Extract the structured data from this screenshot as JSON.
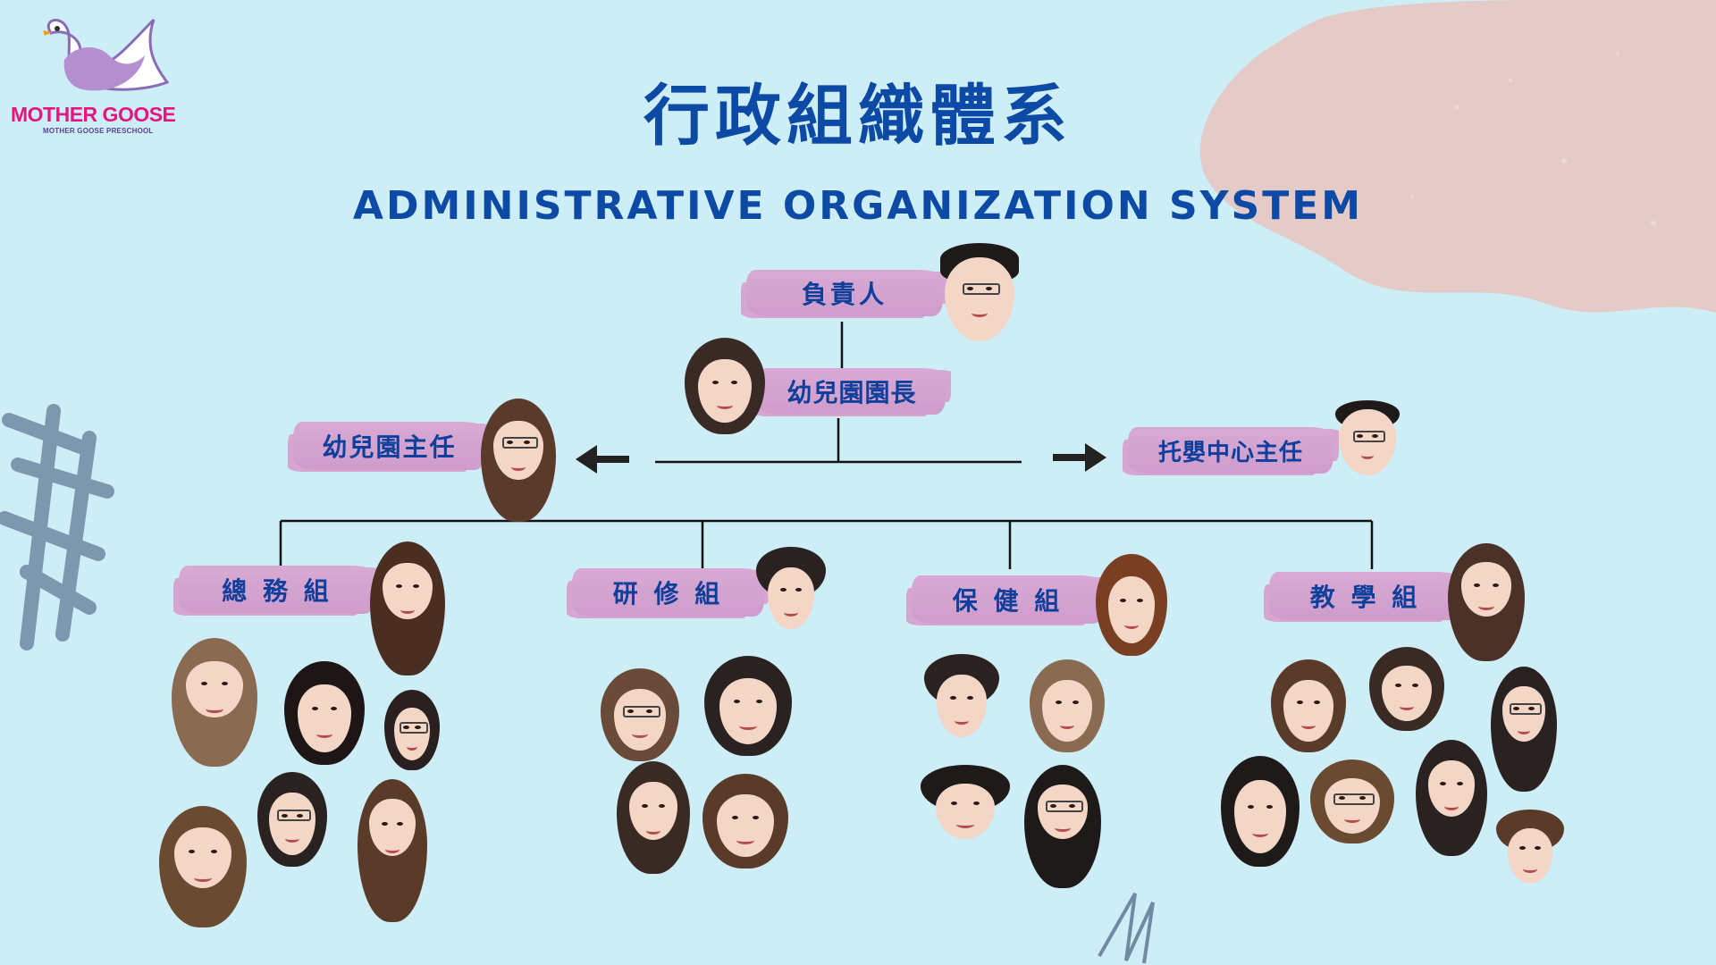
{
  "logo": {
    "wordmark": "MOTHER GOOSE",
    "tagline": "MOTHER GOOSE PRESCHOOL",
    "colors": {
      "wordmark": "#e2177f",
      "swan": "#b48fd0"
    }
  },
  "title": {
    "chinese": "行政組織體系",
    "english": "ADMINISTRATIVE ORGANIZATION SYSTEM"
  },
  "org": {
    "owner": "負責人",
    "principal": "幼兒園園長",
    "kindergarten_director": "幼兒園主任",
    "nursery_director": "托嬰中心主任",
    "groups": [
      {
        "label": "總 務 組"
      },
      {
        "label": "研 修 組"
      },
      {
        "label": "保 健 組"
      },
      {
        "label": "教 學 組"
      }
    ]
  },
  "colors": {
    "background": "#cdeef6",
    "title": "#0d4aa6",
    "label_brush": "#d3a1cf",
    "label_text": "#0d3f9b",
    "connector": "#111111"
  },
  "icons": [
    "swan-logo-icon",
    "arrow-left-icon",
    "arrow-right-icon"
  ]
}
